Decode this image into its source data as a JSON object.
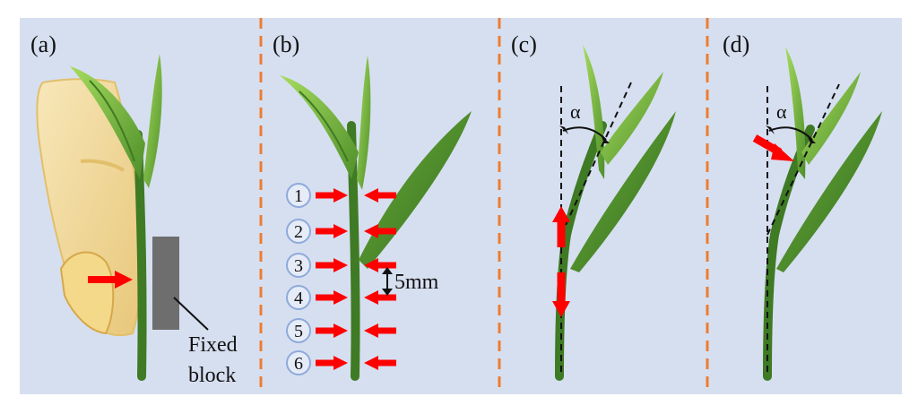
{
  "panels": [
    {
      "label": "(a)"
    },
    {
      "label": "(b)"
    },
    {
      "label": "(c)"
    },
    {
      "label": "(d)"
    }
  ],
  "panel_a": {
    "block_label_line1": "Fixed",
    "block_label_line2": "block"
  },
  "panel_b": {
    "positions": [
      "1",
      "2",
      "3",
      "4",
      "5",
      "6"
    ],
    "spacing_label": "5mm"
  },
  "angle_symbol": "α",
  "colors": {
    "background": "#d6dff0",
    "divider": "#ed7d31",
    "arrow": "#ff0000",
    "stem": "#3f7a24",
    "leaf_light": "#8fcf4a",
    "leaf_dark": "#4f8f2a",
    "seed_fill": "#f2dda6",
    "seed_edge": "#e2bf6a",
    "block": "#6e6e6e",
    "circle_fill": "#e6ecf7",
    "circle_edge": "#8eaadb"
  }
}
